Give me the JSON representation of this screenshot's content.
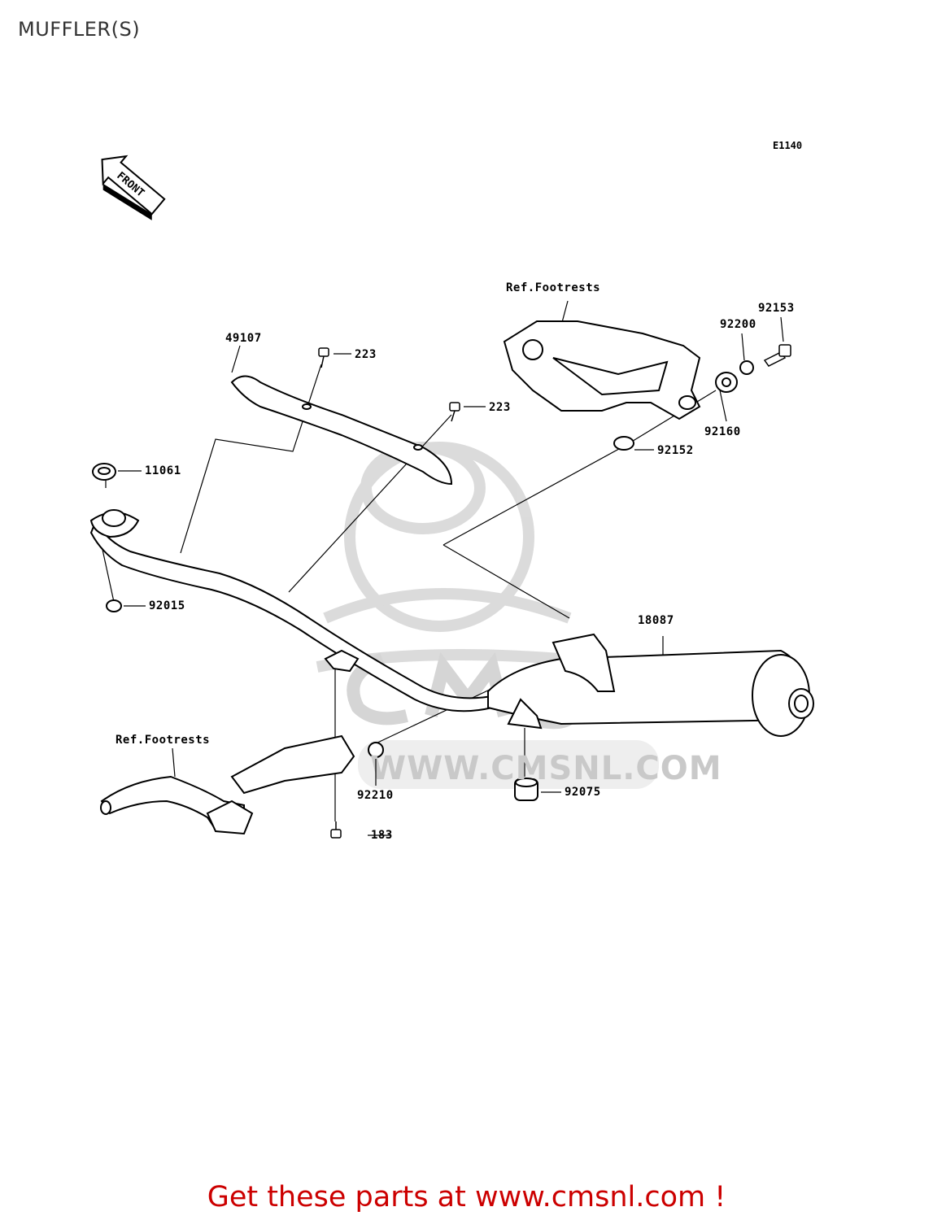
{
  "page": {
    "title": "MUFFLER(S)"
  },
  "diagram": {
    "code": "E1140",
    "front_marker": "FRONT",
    "watermark": "WWW.CMSNL.COM",
    "callouts": [
      {
        "id": "49107",
        "label": "49107"
      },
      {
        "id": "223a",
        "label": "223"
      },
      {
        "id": "223b",
        "label": "223"
      },
      {
        "id": "11061",
        "label": "11061"
      },
      {
        "id": "92015",
        "label": "92015"
      },
      {
        "id": "ref-footrests-top",
        "label": "Ref.Footrests"
      },
      {
        "id": "92153",
        "label": "92153"
      },
      {
        "id": "92200",
        "label": "92200"
      },
      {
        "id": "92160",
        "label": "92160"
      },
      {
        "id": "92152",
        "label": "92152"
      },
      {
        "id": "18087",
        "label": "18087"
      },
      {
        "id": "ref-footrests-bottom",
        "label": "Ref.Footrests"
      },
      {
        "id": "92210",
        "label": "92210"
      },
      {
        "id": "92075",
        "label": "92075"
      },
      {
        "id": "183",
        "label": "183"
      }
    ]
  },
  "footer": {
    "link_text": "Get these parts at www.cmsnl.com !"
  }
}
